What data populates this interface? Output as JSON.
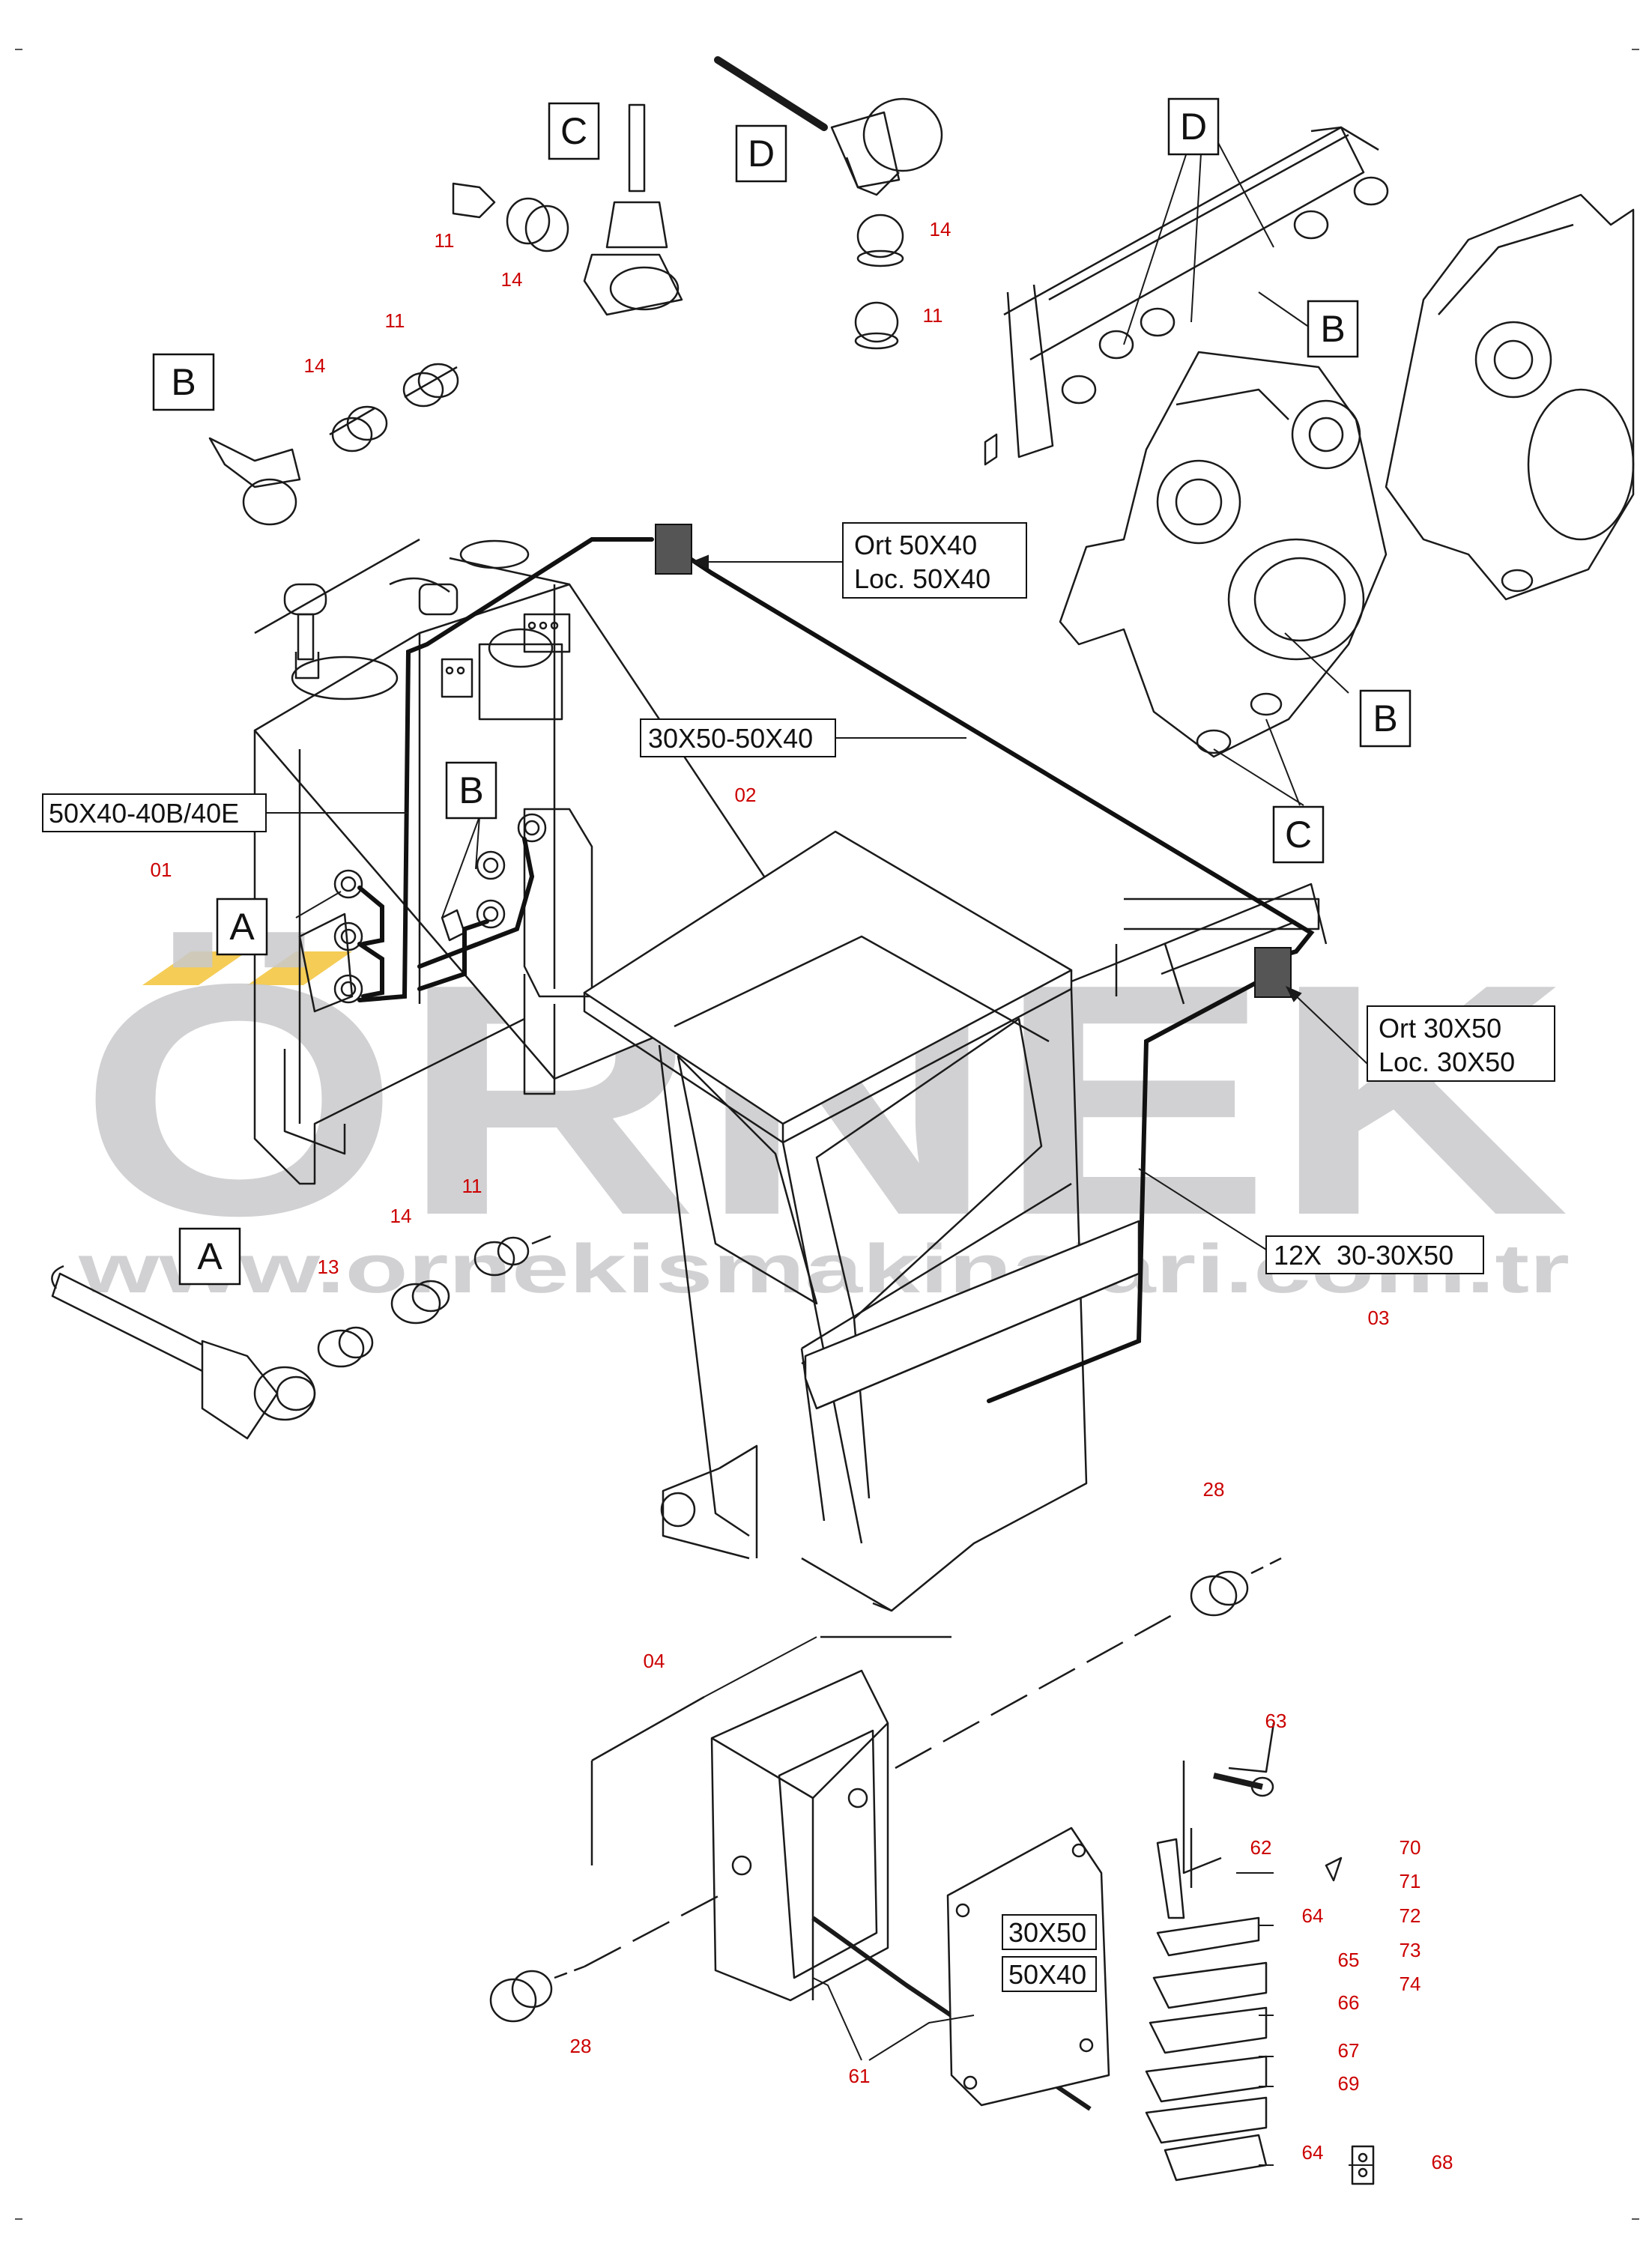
{
  "watermark": {
    "brand": "ÖRNEK",
    "url": "www.ornekismakinalari.com.tr",
    "brand_color": "#c9c9cc",
    "accent_color": "#f5cc55"
  },
  "colors": {
    "line": "#1a1a1a",
    "part_number": "#cc0000",
    "label_text": "#111111"
  },
  "views": {
    "A": "A",
    "B": "B",
    "C": "C",
    "D": "D"
  },
  "cable_labels": {
    "left_cable": "50X40-40B/40E",
    "top_cable": "30X50-50X40",
    "right_cable": "12X  30-30X50",
    "ort_top_1": "Ort 50X40",
    "ort_top_2": "Loc. 50X40",
    "ort_right_1": "Ort 30X50",
    "ort_right_2": "Loc. 30X50",
    "box_label_1": "30X50",
    "box_label_2": "50X40"
  },
  "part_numbers": {
    "p01": "01",
    "p02": "02",
    "p03": "03",
    "p04": "04",
    "p11": "11",
    "p13": "13",
    "p14": "14",
    "p28": "28",
    "p61": "61",
    "p62": "62",
    "p63": "63",
    "p64": "64",
    "p65": "65",
    "p66": "66",
    "p67": "67",
    "p68": "68",
    "p69": "69",
    "p70": "70",
    "p71": "71",
    "p72": "72",
    "p73": "73",
    "p74": "74"
  }
}
